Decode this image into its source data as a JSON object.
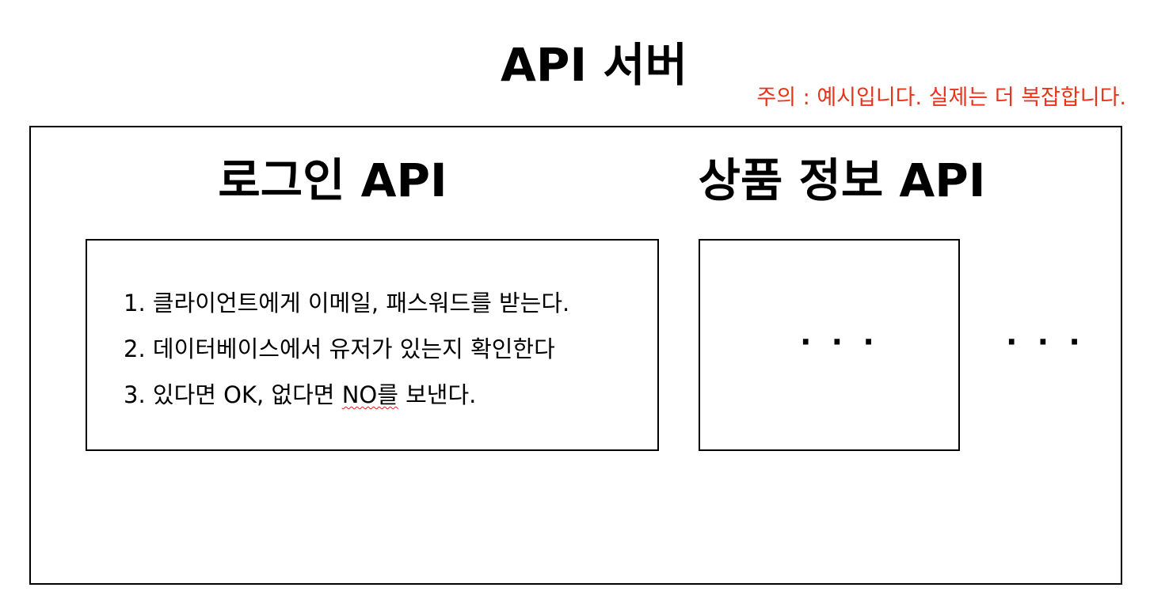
{
  "title": "API 서버",
  "note": {
    "text": "주의 : 예시입니다. 실제는 더 복잡합니다.",
    "color": "#e8341c"
  },
  "login_api": {
    "title": "로그인 API",
    "steps": [
      "1. 클라이언트에게 이메일, 패스워드를 받는다.",
      "2. 데이터베이스에서 유저가 있는지 확인한다",
      "3. 있다면 OK, 없다면 "
    ],
    "step3_flagged": "NO를",
    "step3_tail": " 보낸다."
  },
  "product_api": {
    "title": "상품 정보 API",
    "content": "· · ·"
  },
  "more_apis": "· · ·"
}
